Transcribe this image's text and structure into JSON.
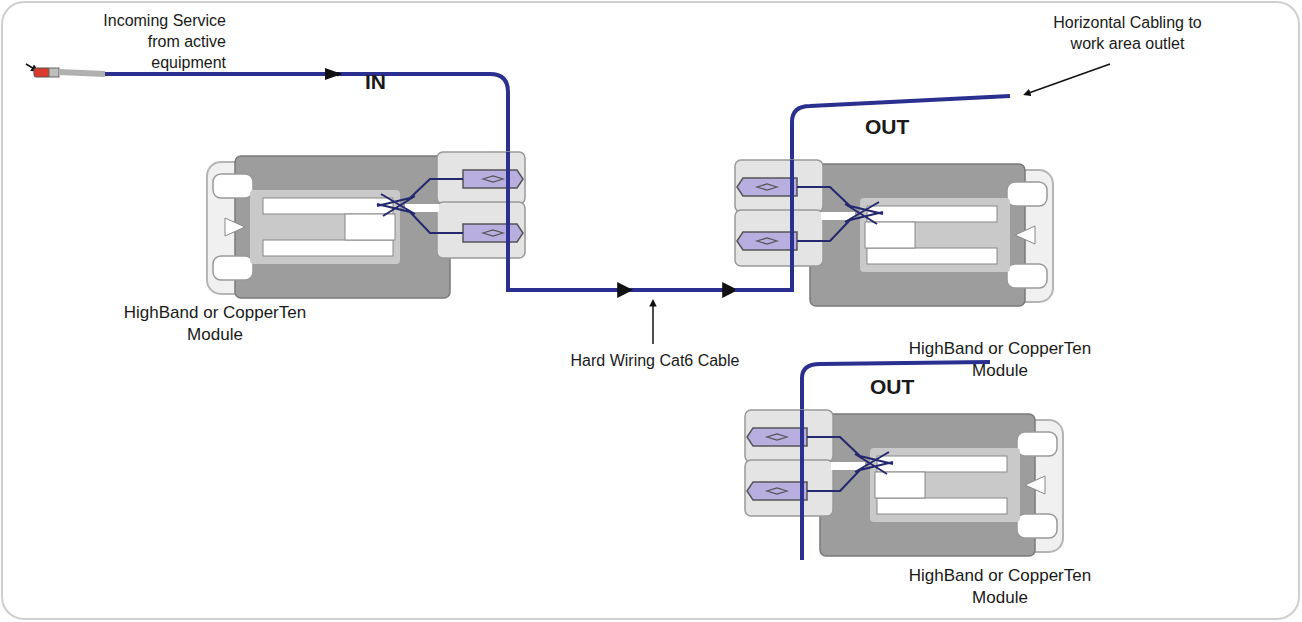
{
  "diagram": {
    "nodes": [
      {
        "text": [
          "IN",
          "HighBand or CopperTen Module"
        ]
      },
      {
        "text": [
          "OUT",
          "HighBand or CopperTen Module"
        ]
      },
      {
        "text": [
          "OUT",
          "HighBand or CopperTen Module"
        ]
      }
    ],
    "edges": [
      {
        "from": 0,
        "to": 1,
        "arrow": "to"
      }
    ],
    "labels": [
      "Incoming Service from active equipment",
      "Horizontal Cabling to work area outlet",
      "Hard Wiring Cat6 Cable"
    ]
  }
}
